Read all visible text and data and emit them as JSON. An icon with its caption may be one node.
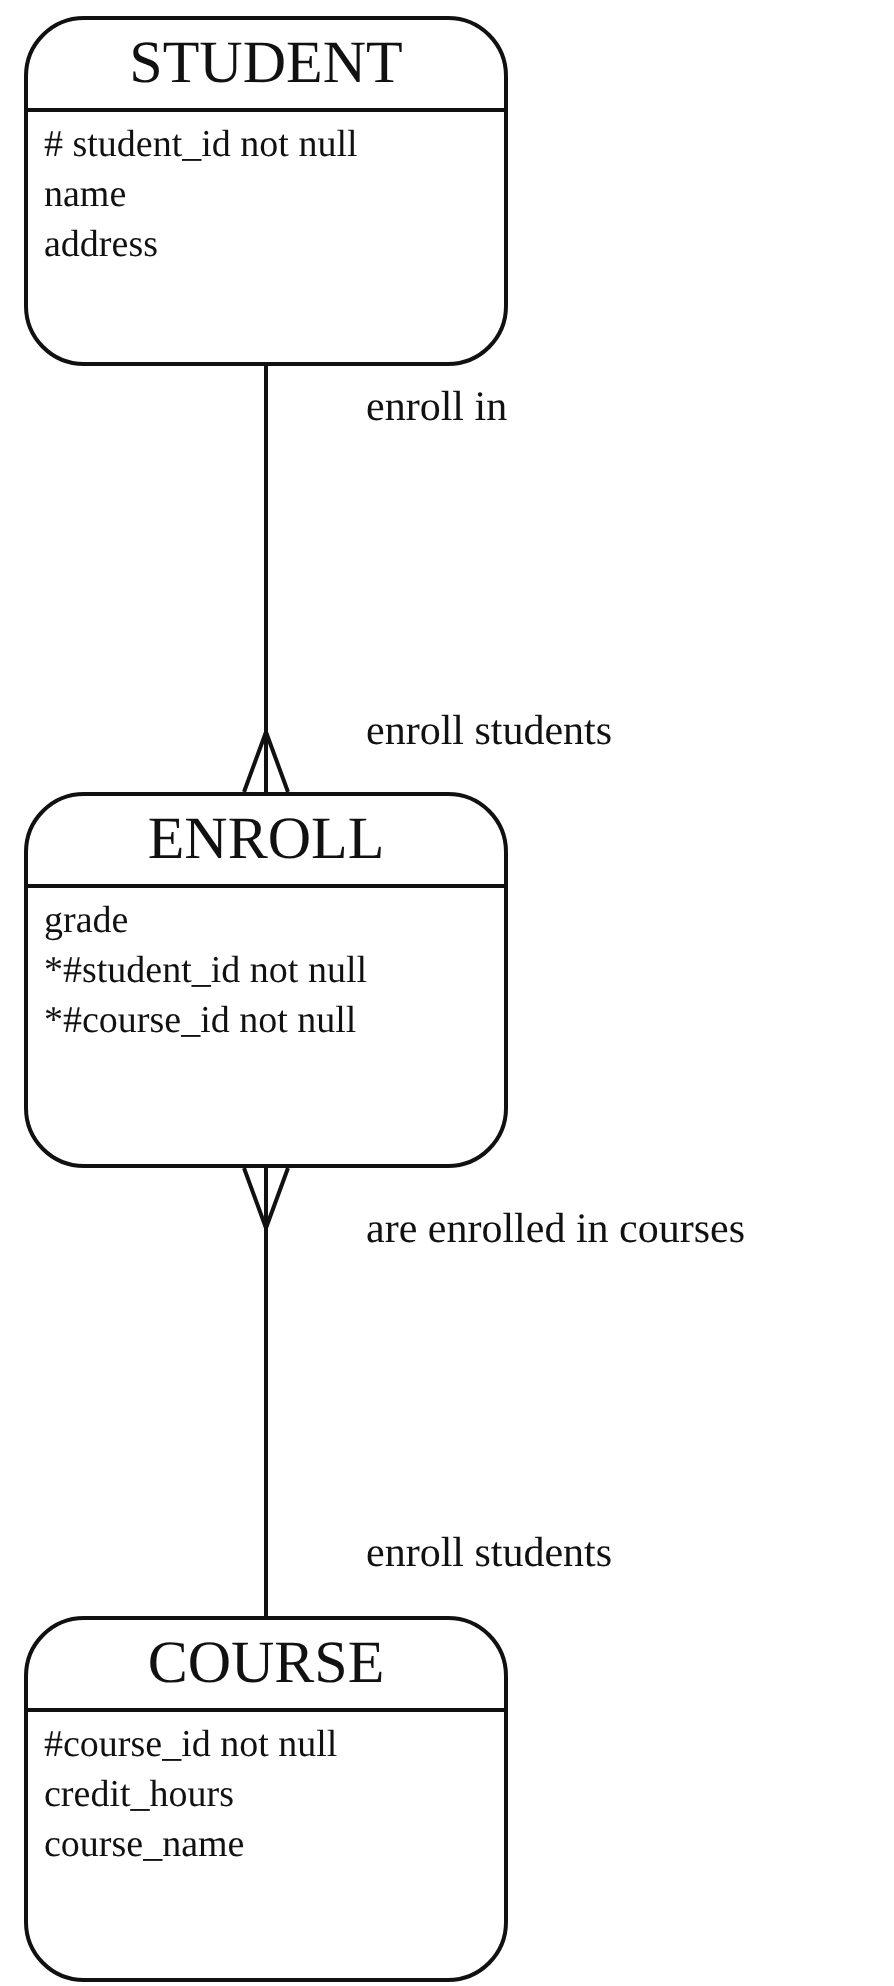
{
  "diagram": {
    "nodes": [
      {
        "text": [
          "STUDENT",
          "# student_id not null",
          "name",
          "address"
        ]
      },
      {
        "text": [
          "ENROLL",
          "grade",
          "*#student_id not null",
          "*#course_id not null"
        ]
      },
      {
        "text": [
          "COURSE",
          "#course_id not null",
          "credit_hours",
          "course_name"
        ]
      }
    ],
    "edges": [
      {
        "from": 0,
        "to": 1,
        "arrow": "other"
      },
      {
        "from": 2,
        "to": 1,
        "arrow": "other"
      }
    ],
    "labels": [
      "enroll in",
      "enroll students",
      "are enrolled in courses",
      "enroll students"
    ]
  }
}
